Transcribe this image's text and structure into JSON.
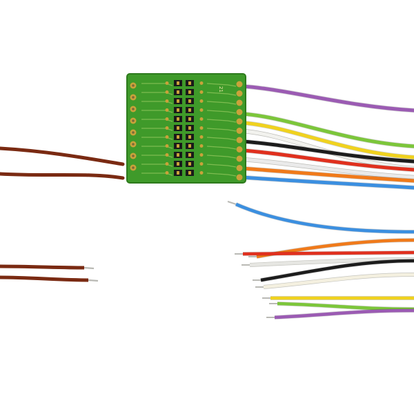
{
  "image": {
    "subject": "decoder-harness-photo",
    "pcb": {
      "label": "21",
      "colors": {
        "board": "#3f9a2a",
        "board_dark": "#2d7a1c",
        "gold": "#c9a23a",
        "pin_black": "#1a1a1a"
      },
      "pin_rows": 11
    },
    "wires": {
      "top_bundle": [
        {
          "name": "violet",
          "color": "#9b5bb3"
        },
        {
          "name": "green",
          "color": "#7cc63a"
        },
        {
          "name": "yellow",
          "color": "#f0d21e"
        },
        {
          "name": "white",
          "color": "#f2f2ee"
        },
        {
          "name": "black",
          "color": "#1c1c1c"
        },
        {
          "name": "red",
          "color": "#e0301e"
        },
        {
          "name": "white-2",
          "color": "#eaeaea"
        },
        {
          "name": "orange",
          "color": "#f07a1a"
        },
        {
          "name": "blue",
          "color": "#3b8fe0"
        }
      ],
      "left_pair": {
        "color": "#7a2a12"
      },
      "loose_bundle": [
        {
          "name": "blue",
          "color": "#3b8fe0"
        },
        {
          "name": "orange",
          "color": "#f07a1a"
        },
        {
          "name": "red",
          "color": "#e0301e"
        },
        {
          "name": "white",
          "color": "#e6e6e2"
        },
        {
          "name": "black",
          "color": "#1c1c1c"
        },
        {
          "name": "cream",
          "color": "#f4f0e0"
        },
        {
          "name": "yellow",
          "color": "#f0d21e"
        },
        {
          "name": "green",
          "color": "#7cc63a"
        },
        {
          "name": "violet",
          "color": "#9b5bb3"
        }
      ],
      "copper_tip": "#b9b9b4"
    }
  }
}
